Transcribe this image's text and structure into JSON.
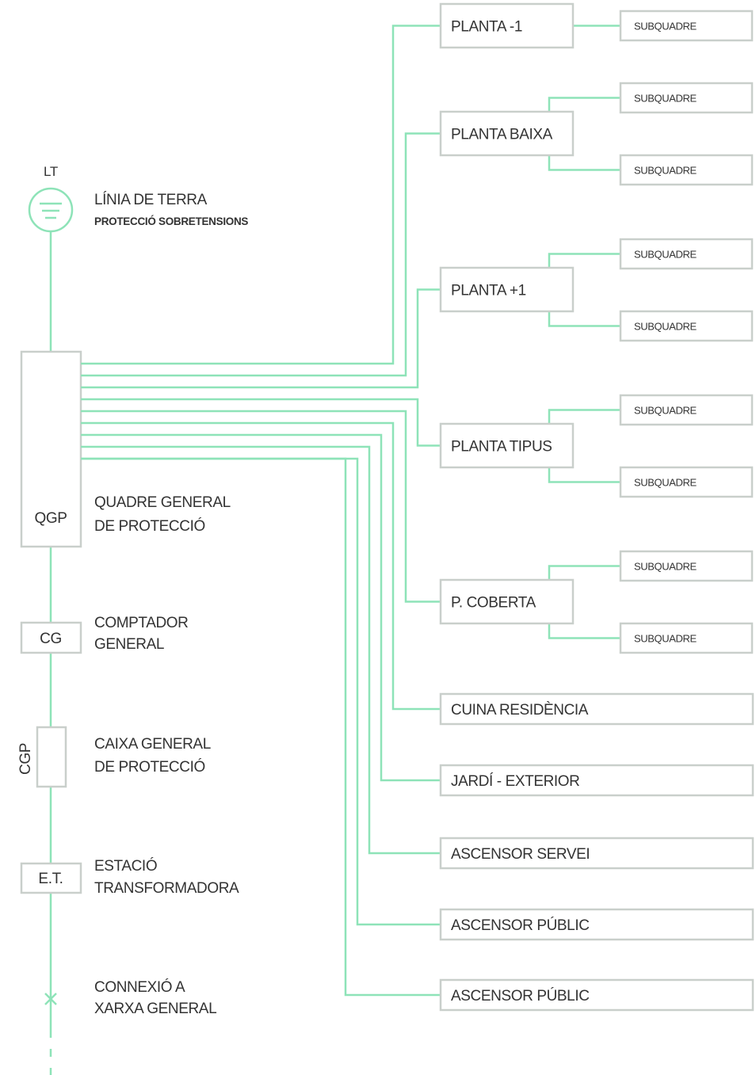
{
  "colors": {
    "wire": "#8ee3b8",
    "box_stroke": "#c9cfcb",
    "text": "#333333"
  },
  "lt": {
    "tag": "LT",
    "title": "LÍNIA DE TERRA",
    "subtitle": "PROTECCIÓ SOBRETENSIONS",
    "icon": "ground-symbol-icon"
  },
  "qgp": {
    "code": "QGP",
    "line1": "QUADRE GENERAL",
    "line2": "DE PROTECCIÓ"
  },
  "cg": {
    "code": "CG",
    "line1": "COMPTADOR",
    "line2": "GENERAL"
  },
  "cgp": {
    "code": "CGP",
    "line1": "CAIXA GENERAL",
    "line2": "DE PROTECCIÓ"
  },
  "et": {
    "code": "E.T.",
    "line1": "ESTACIÓ",
    "line2": "TRANSFORMADORA"
  },
  "connexio": {
    "line1": "CONNEXIÓ A",
    "line2": "XARXA GENERAL",
    "icon": "x-mark-icon"
  },
  "circuits": [
    {
      "label": "PLANTA -1",
      "subs": [
        "SUBQUADRE"
      ]
    },
    {
      "label": "PLANTA BAIXA",
      "subs": [
        "SUBQUADRE",
        "SUBQUADRE"
      ]
    },
    {
      "label": "PLANTA +1",
      "subs": [
        "SUBQUADRE",
        "SUBQUADRE"
      ]
    },
    {
      "label": "PLANTA TIPUS",
      "subs": [
        "SUBQUADRE",
        "SUBQUADRE"
      ]
    },
    {
      "label": "P. COBERTA",
      "subs": [
        "SUBQUADRE",
        "SUBQUADRE"
      ]
    },
    {
      "label": "CUINA RESIDÈNCIA",
      "subs": []
    },
    {
      "label": "JARDÍ - EXTERIOR",
      "subs": []
    },
    {
      "label": "ASCENSOR SERVEI",
      "subs": []
    },
    {
      "label": "ASCENSOR PÚBLIC",
      "subs": []
    },
    {
      "label": "ASCENSOR PÚBLIC",
      "subs": []
    }
  ]
}
